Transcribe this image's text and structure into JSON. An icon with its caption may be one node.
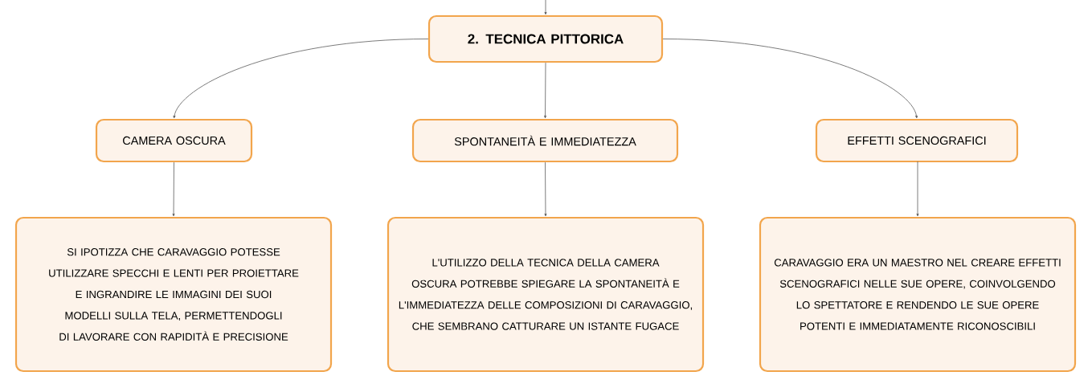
{
  "diagram": {
    "nodes": [
      {
        "text": [
          "2. TECNICA PITTORICA"
        ]
      },
      {
        "text": [
          "CAMERA OSCURA"
        ]
      },
      {
        "text": [
          "SPONTANEITÀ E IMMEDIATEZZA"
        ]
      },
      {
        "text": [
          "EFFETTI SCENOGRAFICI"
        ]
      },
      {
        "text": [
          "SI IPOTIZZA CHE CARAVAGGIO POTESSE UTILIZZARE SPECCHI E LENTI PER PROIETTARE E INGRANDIRE LE IMMAGINI DEI SUOI MODELLI SULLA TELA, PERMETTENDOGLI DI LAVORARE CON RAPIDITÀ E PRECISIONE"
        ]
      },
      {
        "text": [
          "L'UTILIZZO DELLA TECNICA DELLA CAMERA OSCURA POTREBBE SPIEGARE LA SPONTANEITÀ E L'IMMEDIATEZZA DELLE COMPOSIZIONI DI CARAVAGGIO, CHE SEMBRANO CATTURARE UN ISTANTE FUGACE"
        ]
      },
      {
        "text": [
          "CARAVAGGIO ERA UN MAESTRO NEL CREARE EFFETTI SCENOGRAFICI NELLE SUE OPERE, COINVOLGENDO LO SPETTATORE E RENDENDO LE SUE OPERE POTENTI E IMMEDIATAMENTE RICONOSCIBILI"
        ]
      }
    ],
    "edges": [
      {
        "from": null,
        "to": 0,
        "arrow": "to"
      },
      {
        "from": 0,
        "to": 1,
        "arrow": "to"
      },
      {
        "from": 0,
        "to": 2,
        "arrow": "to"
      },
      {
        "from": 0,
        "to": 3,
        "arrow": "to"
      },
      {
        "from": 1,
        "to": 4,
        "arrow": "to"
      },
      {
        "from": 2,
        "to": 5,
        "arrow": "to"
      },
      {
        "from": 3,
        "to": 6,
        "arrow": "to"
      }
    ]
  }
}
